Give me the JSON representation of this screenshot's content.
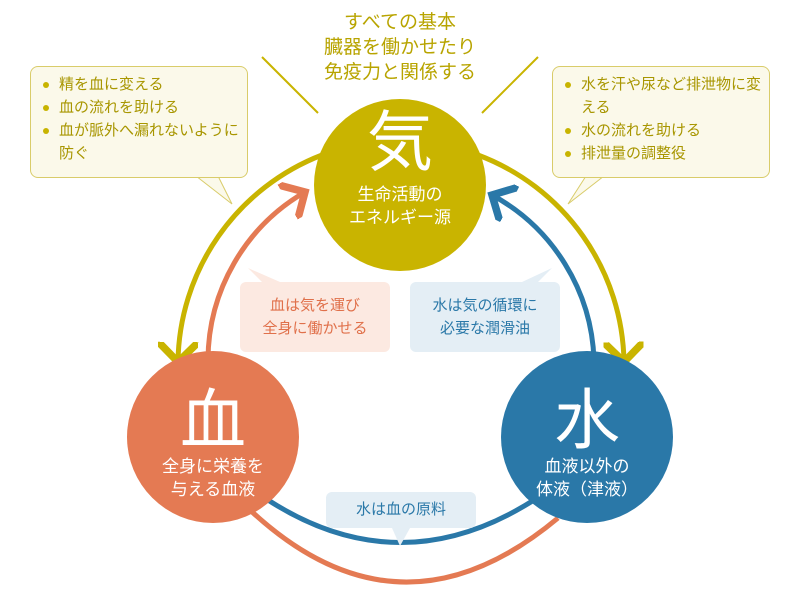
{
  "top_note": [
    "すべての基本",
    "臓器を働かせたり",
    "免疫力と関係する"
  ],
  "left_callout": [
    "精を血に変える",
    "血の流れを助ける",
    "血が脈外へ漏れないように防ぐ"
  ],
  "right_callout": [
    "水を汗や尿など排泄物に変える",
    "水の流れを助ける",
    "排泄量の調整役"
  ],
  "ki": {
    "char": "気",
    "desc": [
      "生命活動の",
      "エネルギー源"
    ],
    "color": "#c9b400"
  },
  "ketsu": {
    "char": "血",
    "desc": [
      "全身に栄養を",
      "与える血液"
    ],
    "color": "#e47a53"
  },
  "sui": {
    "char": "水",
    "desc": [
      "血液以外の",
      "体液（津液）"
    ],
    "color": "#2a78a8"
  },
  "notes": {
    "blood_to_ki": [
      "血は気を運び",
      "全身に働かせる"
    ],
    "water_to_ki": [
      "水は気の循環に",
      "必要な潤滑油"
    ],
    "water_to_blood": "水は血の原料"
  }
}
